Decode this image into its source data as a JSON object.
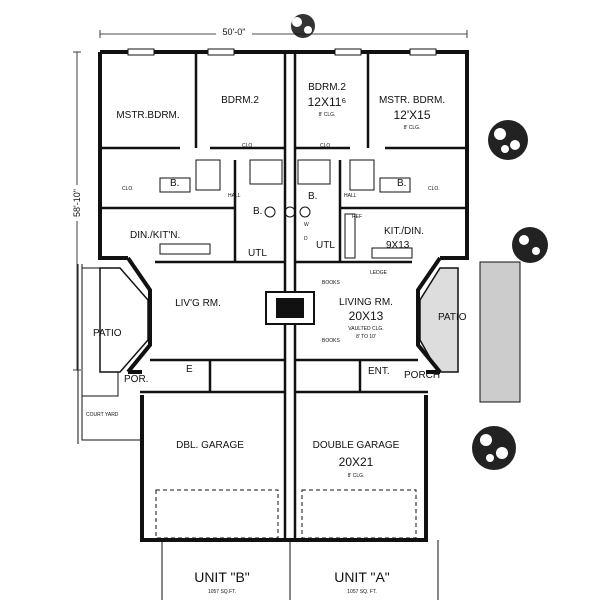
{
  "dimensions": {
    "width": "50'-0\"",
    "depth": "58'-10\""
  },
  "rooms": {
    "b_master": "MSTR.BDRM.",
    "b_bdrm2": "BDRM.2",
    "a_bdrm2": "BDRM.2",
    "a_bdrm2_size": "12X11⁶",
    "a_bdrm2_ceiling": "8' CLG.",
    "a_master": "MSTR. BDRM.",
    "a_master_size": "12'X15",
    "a_master_ceiling": "8' CLG.",
    "b_dining_kitchen": "DIN./KIT'N.",
    "a_kitchen_dining": "KIT./DIN.",
    "a_kitchen_size": "9X13",
    "b_living": "LIV'G RM.",
    "a_living": "LIVING RM.",
    "a_living_size": "20X13",
    "a_living_note1": "VAULTED CLG.",
    "a_living_note2": "8' TO 10'",
    "b_patio": "PATIO",
    "a_patio": "PATIO",
    "b_porch": "POR.",
    "a_porch": "PORCH",
    "b_entry": "E",
    "a_entry": "ENT.",
    "court_yard": "COURT YARD",
    "b_garage": "DBL. GARAGE",
    "a_garage": "DOUBLE GARAGE",
    "a_garage_size": "20X21",
    "a_garage_ceiling": "8' CLG.",
    "b_bath": "B.",
    "a_bath": "B.",
    "b_utility": "UTL",
    "a_utility": "UTL",
    "hall_b": "HALL",
    "hall_a": "HALL",
    "b_closet": "CLO.",
    "a_closet": "CLO.",
    "b_closet_top": "CLO",
    "a_closet_top": "CLO",
    "books_1": "BOOKS",
    "books_2": "BOOKS",
    "ledge": "LEDGE",
    "ref": "REF",
    "b_small_1": "B.",
    "a_small_1": "B.",
    "w": "W",
    "d": "D"
  },
  "units": {
    "b_name": "UNIT \"B\"",
    "b_area": "1057 SQ.FT.",
    "a_name": "UNIT \"A\"",
    "a_area": "1057 SQ. FT."
  }
}
